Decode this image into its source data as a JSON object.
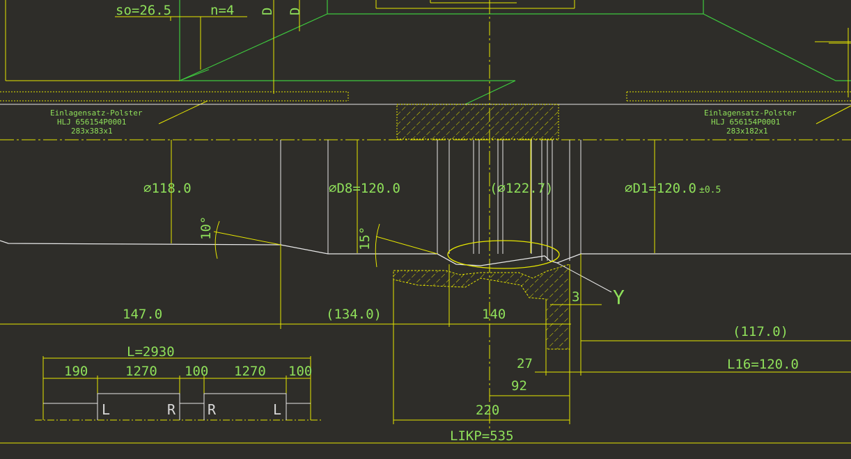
{
  "top_dims": {
    "so": "so=26.5",
    "n": "n=4",
    "d1": "D",
    "d2": "D"
  },
  "pad_left": {
    "l1": "Einlagensatz-Polster",
    "l2": "HLJ  656154P0001",
    "l3": "283x383x1"
  },
  "pad_right": {
    "l1": "Einlagensatz-Polster",
    "l2": "HLJ  656154P0001",
    "l3": "283x182x1"
  },
  "diameters": {
    "d118": "∅118.0",
    "d8": "∅D8=120.0",
    "d1227": "(∅122.7)",
    "d1": "∅D1=120.0",
    "tol": "±0.5"
  },
  "angles": {
    "a10": "10°",
    "a15": "15°"
  },
  "callout": "Y",
  "lengths": {
    "l147": "147.0",
    "l134": "(134.0)",
    "l140": "140",
    "l3": "3",
    "l117": "(117.0)",
    "l27": "27",
    "l16": "L16=120.0",
    "l92": "92",
    "l220": "220",
    "likp": "LIKP=535"
  },
  "schematic": {
    "total": "L=2930",
    "segments": [
      "190",
      "1270",
      "100",
      "1270",
      "100"
    ],
    "marks": [
      "L",
      "R",
      "R",
      "L"
    ]
  },
  "colors": {
    "background": "#2e2d29",
    "dimension": "#e6e600",
    "geometry": "#3ec83e",
    "outline": "#e8e8e8"
  }
}
